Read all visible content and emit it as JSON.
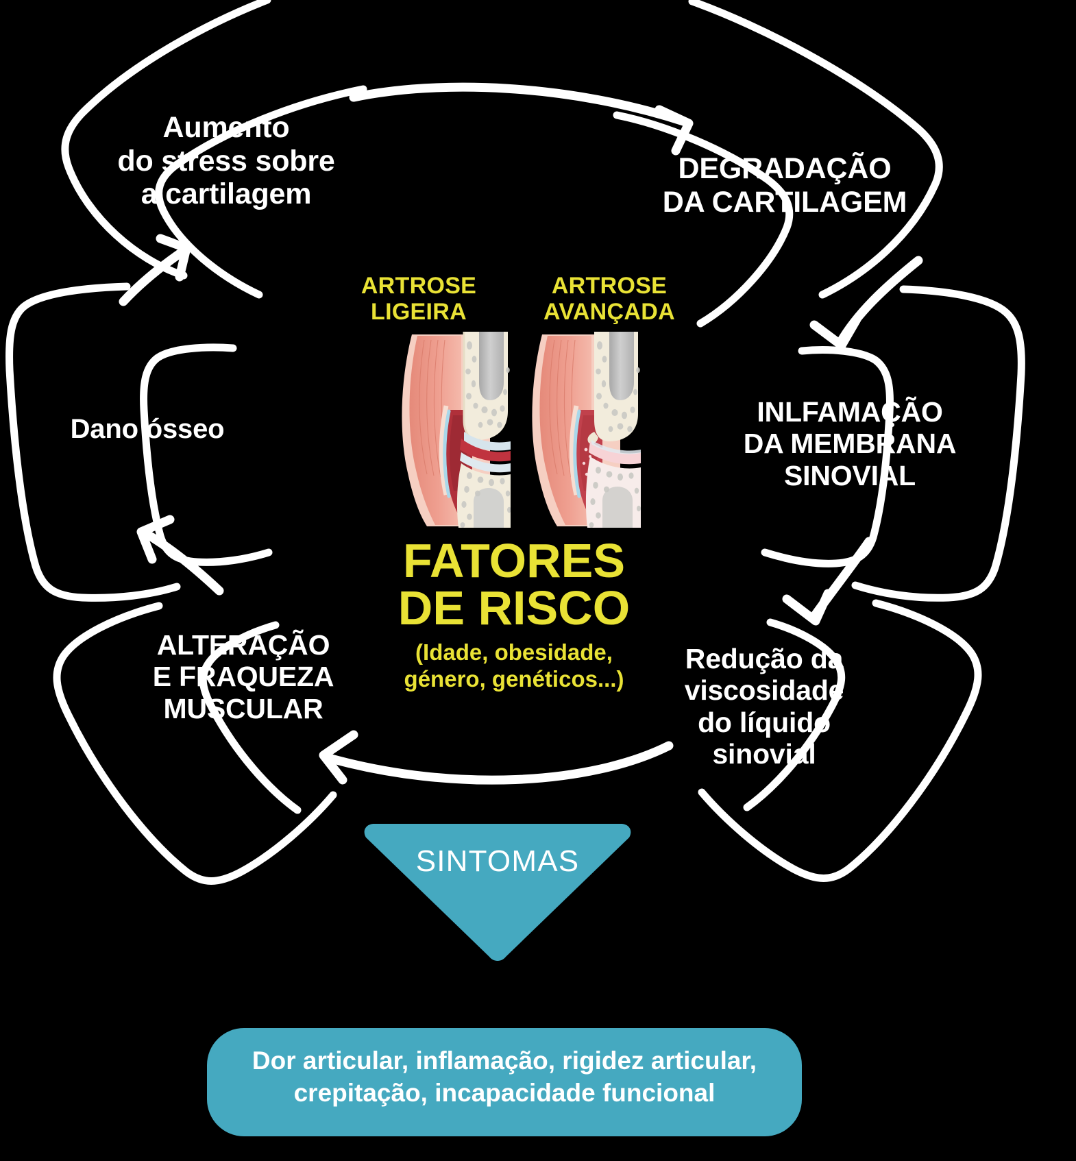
{
  "diagram": {
    "title": "Ciclo da artrose",
    "accent_yellow": "#E9E235",
    "accent_teal": "#45A9C0",
    "outline_color": "#FFFFFF",
    "background": "#000000"
  },
  "nodes": [
    {
      "id": "stress",
      "label": "Aumento\ndo stress sobre\na cartilagem",
      "case": "mixed",
      "color": "#FFFFFF"
    },
    {
      "id": "degradacao",
      "label": "DEGRADAÇÃO\nDA CARTILAGEM",
      "case": "upper",
      "color": "#FFFFFF"
    },
    {
      "id": "inflamacao",
      "label": "INLFAMAÇÃO\nDA MEMBRANA\nSINOVIAL",
      "case": "upper",
      "color": "#FFFFFF"
    },
    {
      "id": "viscosidade",
      "label": "Redução da\nviscosidade\ndo líquido\nsinovial",
      "case": "mixed",
      "color": "#FFFFFF"
    },
    {
      "id": "muscular",
      "label": "ALTERAÇÃO\nE FRAQUEZA\nMUSCULAR",
      "case": "upper",
      "color": "#FFFFFF"
    },
    {
      "id": "osseo",
      "label": "Dano ósseo",
      "case": "mixed",
      "color": "#FFFFFF"
    }
  ],
  "center": {
    "knee_left_caption": "ARTROSE\nLIGEIRA",
    "knee_right_caption": "ARTROSE\nAVANÇADA",
    "title": "FATORES\nDE RISCO",
    "subtitle": "(Idade, obesidade,\ngénero, genéticos...)"
  },
  "symptoms": {
    "banner_label": "SINTOMAS",
    "list_text": "Dor articular, inflamação, rigidez articular,\ncrepitação, incapacidade funcional"
  },
  "flow": {
    "arrow_count": 6,
    "direction": "clockwise",
    "sequence": [
      "stress",
      "degradacao",
      "inflamacao",
      "viscosidade",
      "muscular",
      "osseo"
    ]
  }
}
